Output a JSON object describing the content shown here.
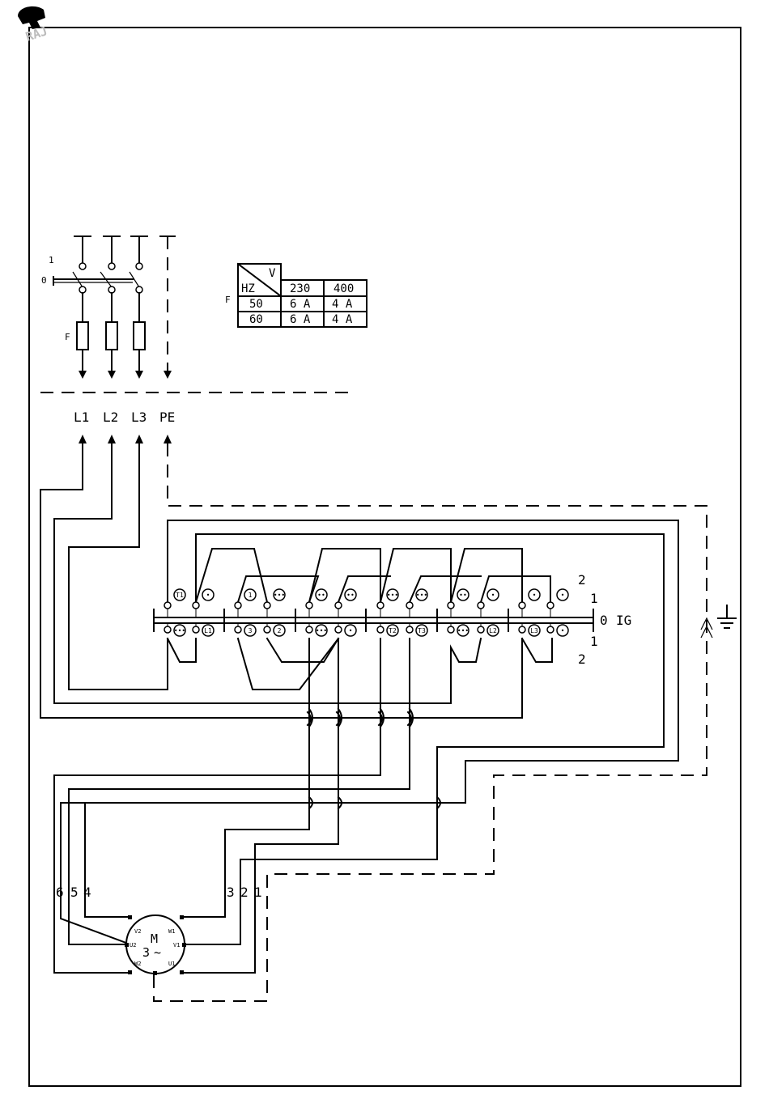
{
  "logo": {
    "text": "RAJ"
  },
  "switch": {
    "pos_0": "0",
    "pos_1": "1",
    "fuse_label": "F"
  },
  "table": {
    "corner_v": "V",
    "corner_hz": "HZ",
    "row_label": "F",
    "volts": [
      "230",
      "400"
    ],
    "rows": [
      {
        "hz": "50",
        "a230": "6 A",
        "a400": "4 A"
      },
      {
        "hz": "60",
        "a230": "6 A",
        "a400": "4 A"
      }
    ]
  },
  "terminals": {
    "l1": "L1",
    "l2": "L2",
    "l3": "L3",
    "pe": "PE"
  },
  "switch_ig": {
    "name": "IG",
    "zero": "0",
    "upper_1": "1",
    "upper_2": "2",
    "lower_1": "1",
    "lower_2": "2",
    "top_markers": [
      "T1",
      "•",
      "1",
      "•••",
      "••",
      "••",
      "•••",
      "•••",
      "••",
      "•",
      "•",
      "•"
    ],
    "bottom_markers": [
      "•••",
      "L1",
      "3",
      "2",
      "•••",
      "•",
      "T2",
      "T3",
      "•••",
      "L2",
      "L3",
      "•"
    ]
  },
  "motor": {
    "symbol": "M",
    "phases": "3",
    "ac": "~",
    "pins": {
      "v2": "V2",
      "w1": "W1",
      "u2": "U2",
      "v1": "V1",
      "w2": "W2",
      "u1": "U1"
    }
  },
  "wires": {
    "left": [
      "6",
      "5",
      "4"
    ],
    "right": [
      "3",
      "2",
      "1"
    ]
  }
}
